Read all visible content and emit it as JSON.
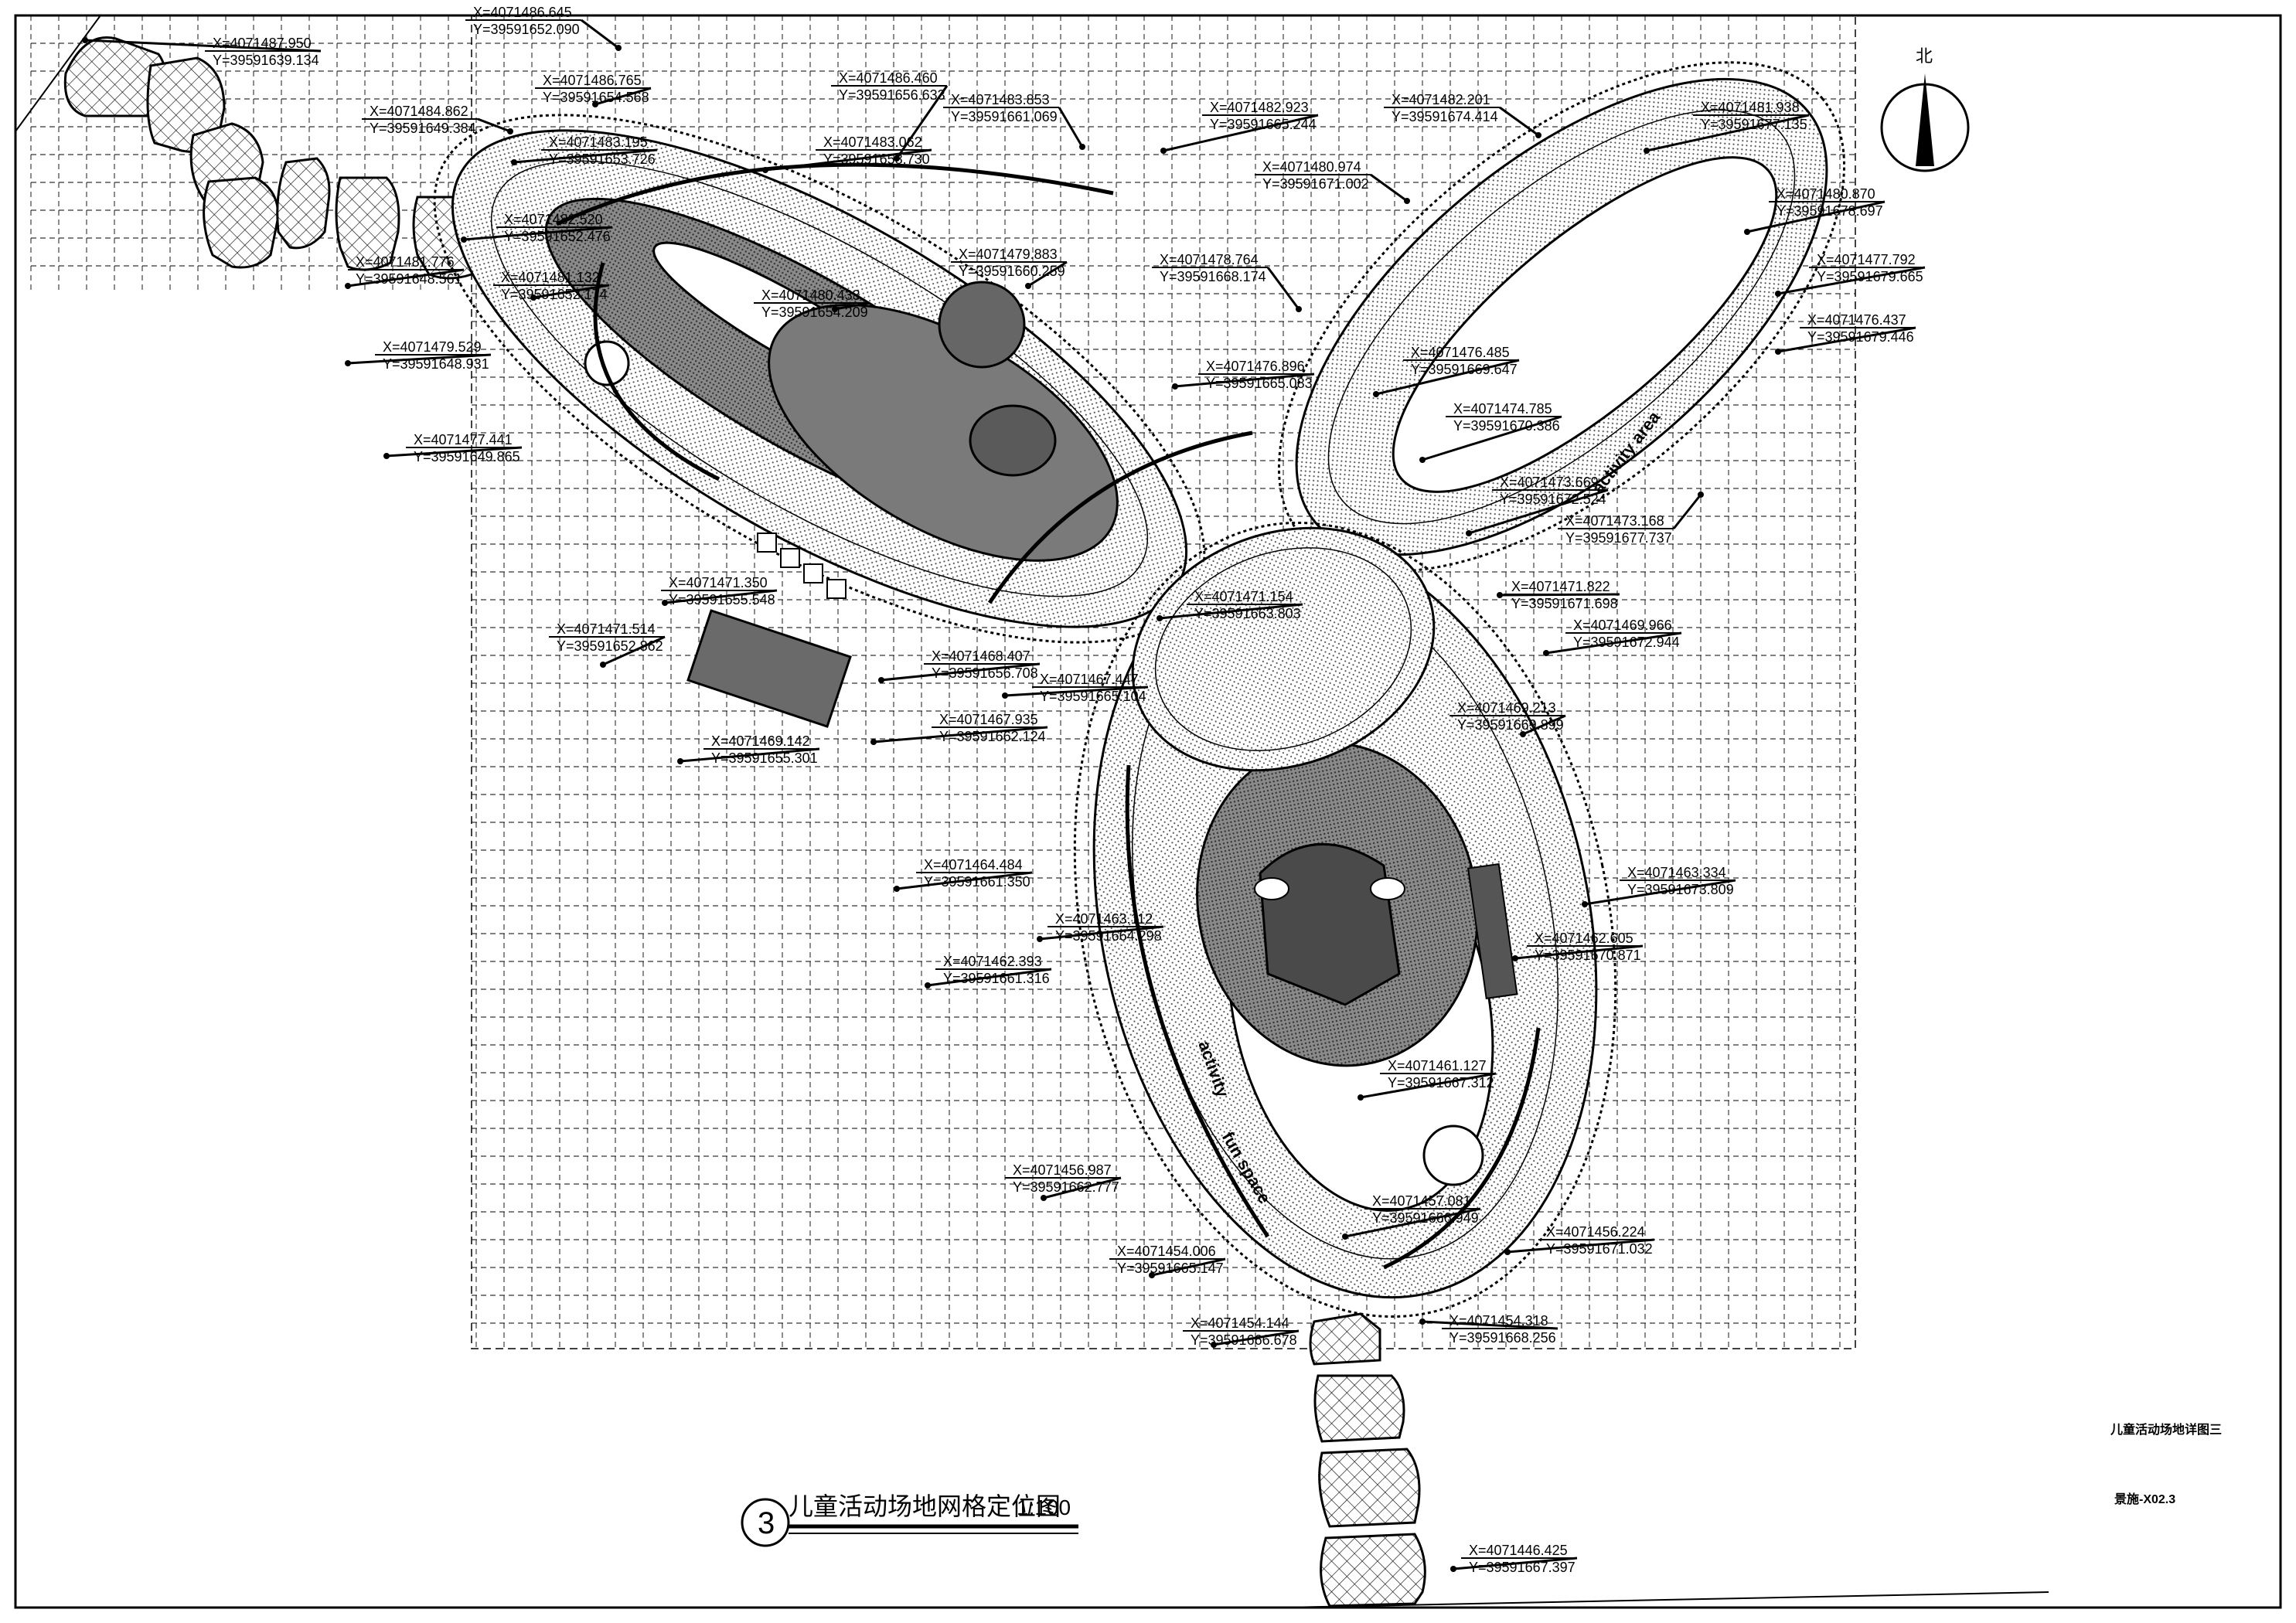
{
  "drawing": {
    "title": "儿童活动场地网格定位图",
    "scale": "1:100",
    "detail_number": "3",
    "north_label": "北",
    "title_block_name": "儿童活动场地详图三",
    "sheet_code": "景施-X02.3"
  },
  "surface_text": {
    "upper_right_ring": "activity area",
    "lower_ring_a": "activity",
    "lower_ring_b": "fun space"
  },
  "coordinates": [
    {
      "x": "X=4071487.950",
      "y": "Y=39591639.134"
    },
    {
      "x": "X=4071486.645",
      "y": "Y=39591652.090"
    },
    {
      "x": "X=4071484.862",
      "y": "Y=39591649.384"
    },
    {
      "x": "X=4071486.765",
      "y": "Y=39591654.568"
    },
    {
      "x": "X=4071486.460",
      "y": "Y=39591656.633"
    },
    {
      "x": "X=4071483.853",
      "y": "Y=39591661.069"
    },
    {
      "x": "X=4071482.923",
      "y": "Y=39591665.244"
    },
    {
      "x": "X=4071482.201",
      "y": "Y=39591674.414"
    },
    {
      "x": "X=4071481.938",
      "y": "Y=39591677.135"
    },
    {
      "x": "X=4071483.195",
      "y": "Y=39591653.726"
    },
    {
      "x": "X=4071483.062",
      "y": "Y=39591658.730"
    },
    {
      "x": "X=4071480.974",
      "y": "Y=39591671.002"
    },
    {
      "x": "X=4071480.870",
      "y": "Y=39591678.697"
    },
    {
      "x": "X=4071482.520",
      "y": "Y=39591652.476"
    },
    {
      "x": "X=4071481.776",
      "y": "Y=39591648.561"
    },
    {
      "x": "X=4071481.132",
      "y": "Y=39591652.174"
    },
    {
      "x": "X=4071479.883",
      "y": "Y=39591660.259"
    },
    {
      "x": "X=4071478.764",
      "y": "Y=39591668.174"
    },
    {
      "x": "X=4071477.792",
      "y": "Y=39591679.665"
    },
    {
      "x": "X=4071476.437",
      "y": "Y=39591679.446"
    },
    {
      "x": "X=4071480.433",
      "y": "Y=39591654.209"
    },
    {
      "x": "X=4071479.529",
      "y": "Y=39591648.931"
    },
    {
      "x": "X=4071476.896",
      "y": "Y=39591665.083"
    },
    {
      "x": "X=4071476.485",
      "y": "Y=39591669.647"
    },
    {
      "x": "X=4071474.785",
      "y": "Y=39591670.386"
    },
    {
      "x": "X=4071477.441",
      "y": "Y=39591649.865"
    },
    {
      "x": "X=4071473.669",
      "y": "Y=39591672.524"
    },
    {
      "x": "X=4071473.168",
      "y": "Y=39591677.737"
    },
    {
      "x": "X=4071471.350",
      "y": "Y=39591655.548"
    },
    {
      "x": "X=4071471.154",
      "y": "Y=39591663.803"
    },
    {
      "x": "X=4071471.822",
      "y": "Y=39591671.698"
    },
    {
      "x": "X=4071471.514",
      "y": "Y=39591652.862"
    },
    {
      "x": "X=4071469.966",
      "y": "Y=39591672.944"
    },
    {
      "x": "X=4071468.407",
      "y": "Y=39591656.708"
    },
    {
      "x": "X=4071467.447",
      "y": "Y=39591665.104"
    },
    {
      "x": "X=4071469.213",
      "y": "Y=39591669.899"
    },
    {
      "x": "X=4071467.935",
      "y": "Y=39591662.124"
    },
    {
      "x": "X=4071469.142",
      "y": "Y=39591655.301"
    },
    {
      "x": "X=4071464.484",
      "y": "Y=39591661.350"
    },
    {
      "x": "X=4071463.334",
      "y": "Y=39591673.809"
    },
    {
      "x": "X=4071463.112",
      "y": "Y=39591664.298"
    },
    {
      "x": "X=4071462.605",
      "y": "Y=39591670.871"
    },
    {
      "x": "X=4071462.393",
      "y": "Y=39591661.316"
    },
    {
      "x": "X=4071461.127",
      "y": "Y=39591667.312"
    },
    {
      "x": "X=4071456.987",
      "y": "Y=39591662.777"
    },
    {
      "x": "X=4071457.081",
      "y": "Y=39591666.949"
    },
    {
      "x": "X=4071456.224",
      "y": "Y=39591671.032"
    },
    {
      "x": "X=4071454.006",
      "y": "Y=39591665.147"
    },
    {
      "x": "X=4071454.144",
      "y": "Y=39591666.678"
    },
    {
      "x": "X=4071454.318",
      "y": "Y=39591668.256"
    },
    {
      "x": "X=4071446.425",
      "y": "Y=39591667.397"
    }
  ]
}
